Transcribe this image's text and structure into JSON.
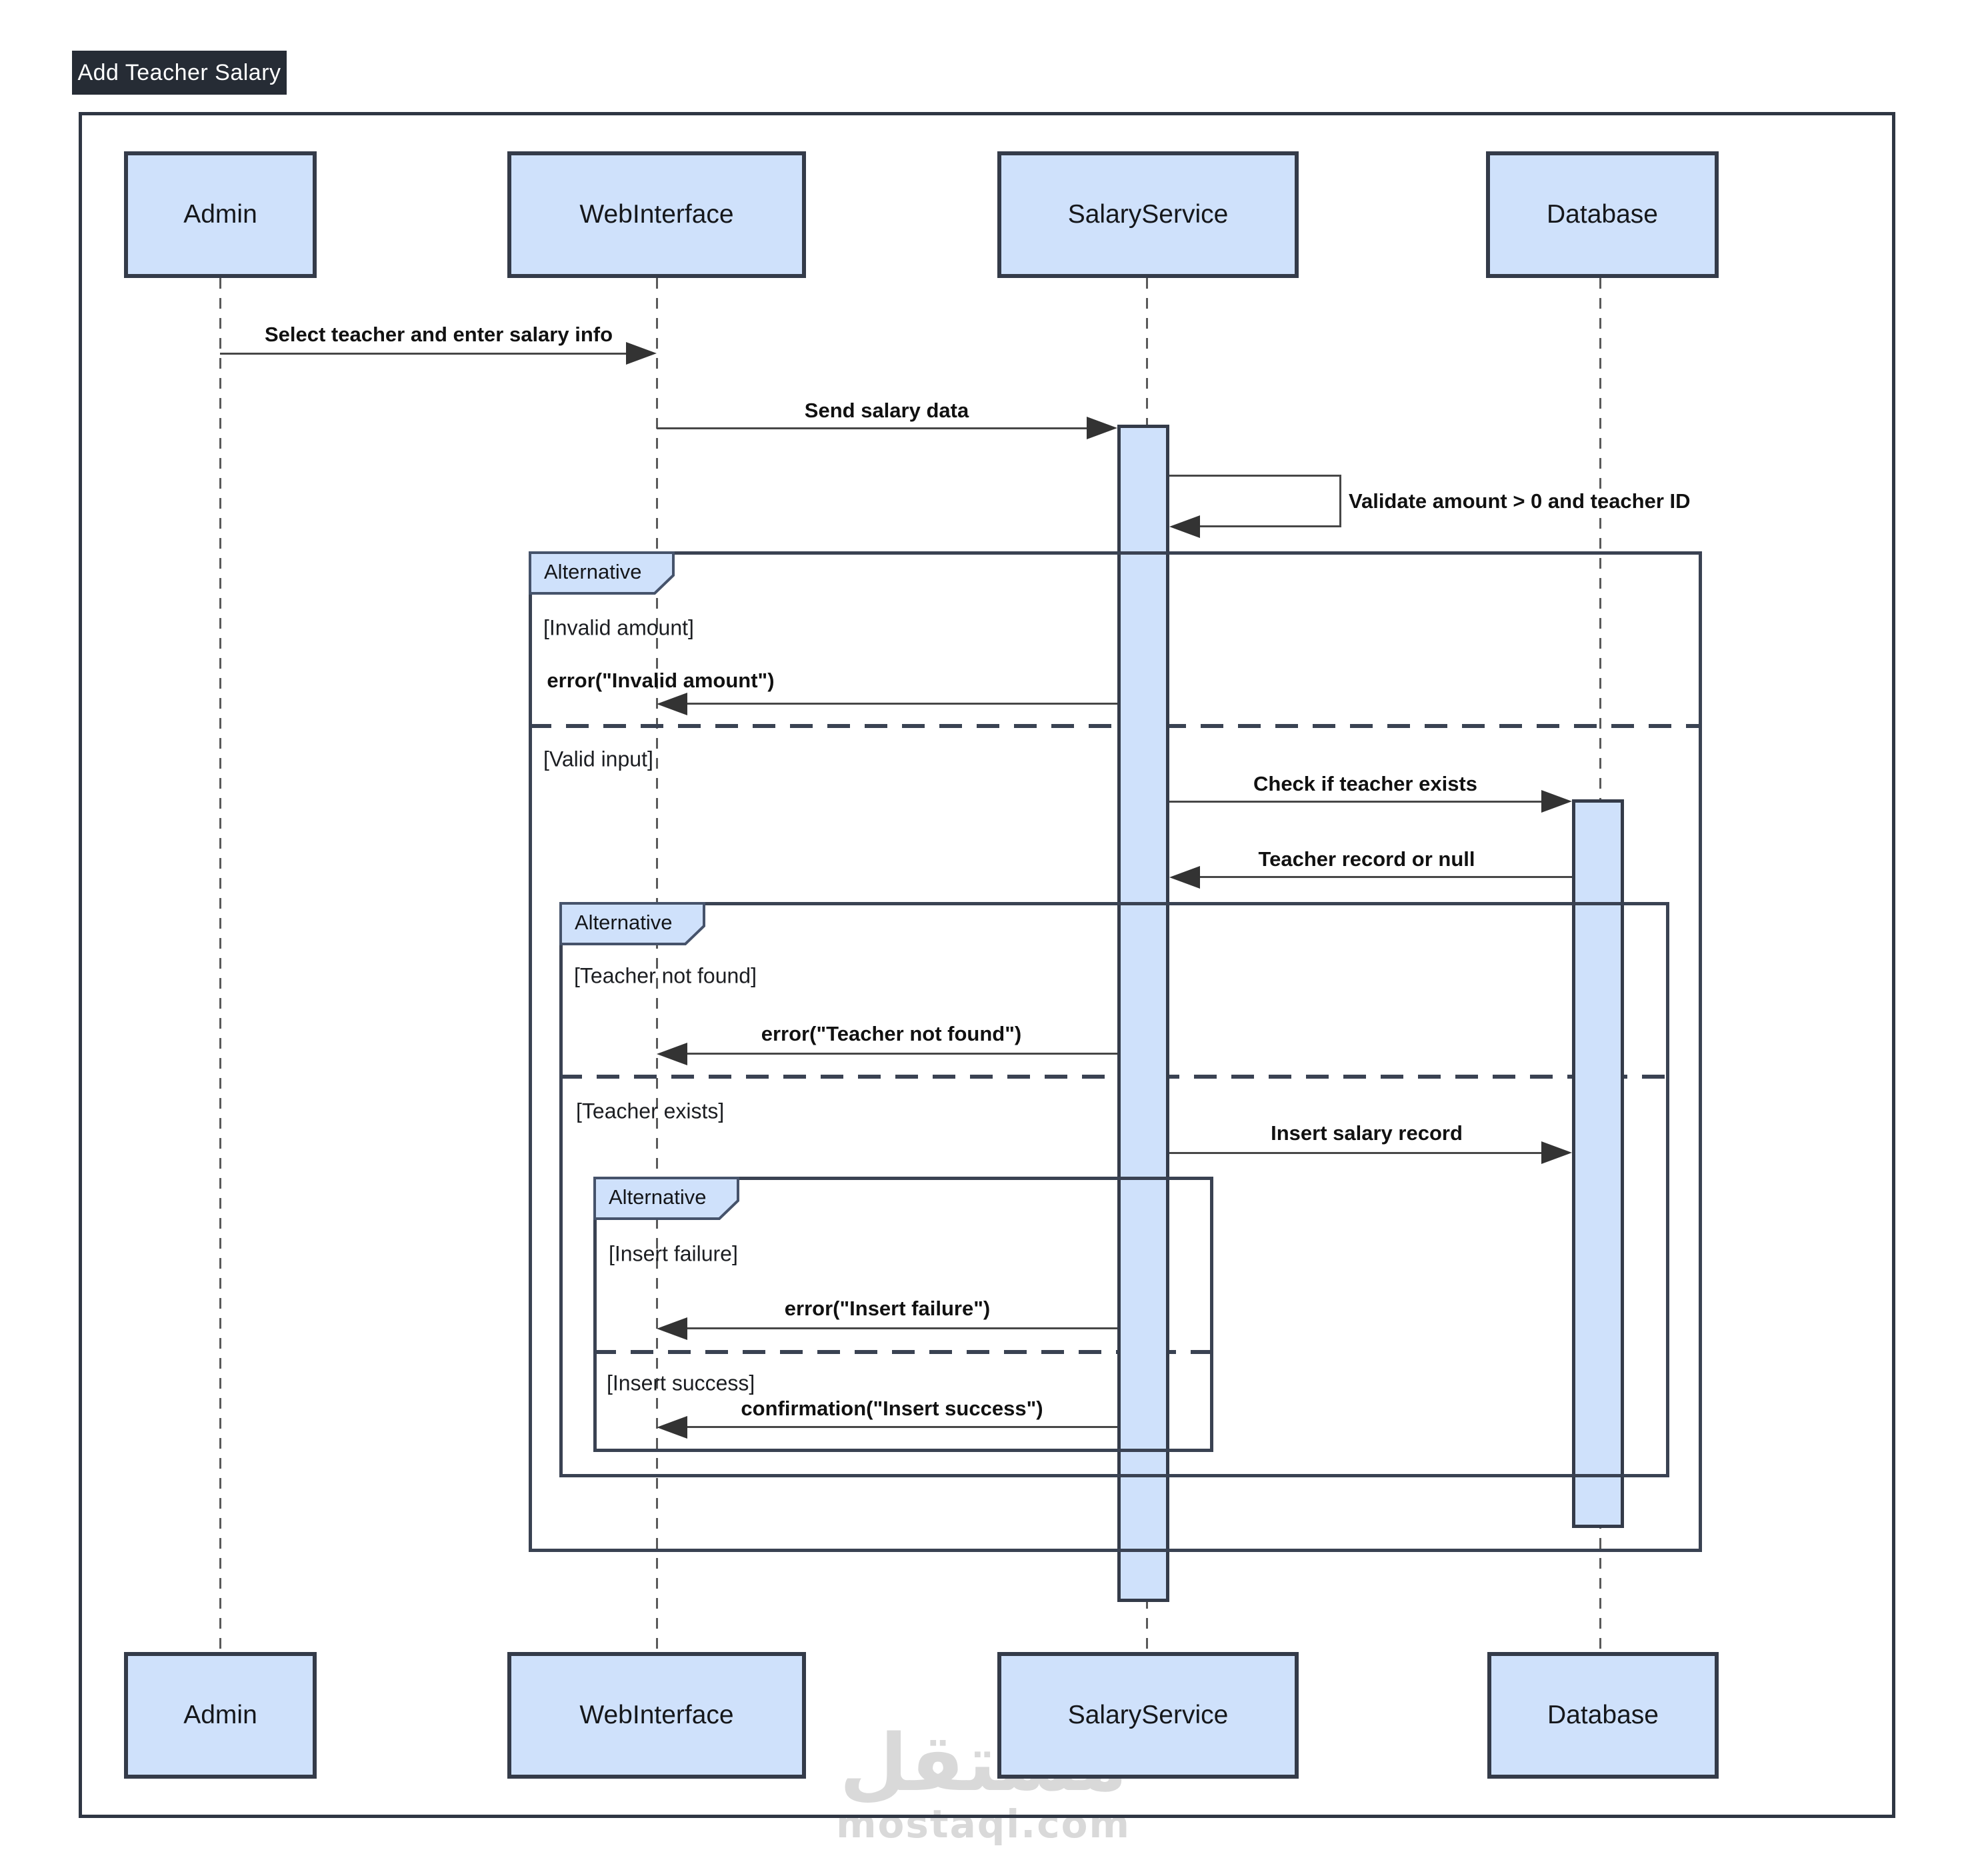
{
  "title": "Add Teacher Salary",
  "participants": {
    "admin": "Admin",
    "web": "WebInterface",
    "salary": "SalaryService",
    "db": "Database"
  },
  "frames": {
    "outer_label": "Alternative",
    "nested_label": "Alternative",
    "inner_label": "Alternative"
  },
  "guards": {
    "invalid_amount": "[Invalid amount]",
    "valid_input": "[Valid input]",
    "teacher_not_found": "[Teacher not found]",
    "teacher_exists": "[Teacher exists]",
    "insert_failure": "[Insert failure]",
    "insert_success": "[Insert success]"
  },
  "messages": {
    "select_teacher": "Select teacher and enter salary info",
    "send_salary": "Send salary data",
    "validate": "Validate amount > 0 and teacher ID",
    "error_invalid": "error(\"Invalid amount\")",
    "check_teacher": "Check if teacher exists",
    "teacher_record": "Teacher record or null",
    "error_not_found": "error(\"Teacher not found\")",
    "insert_record": "Insert salary record",
    "error_insert": "error(\"Insert failure\")",
    "confirm_insert": "confirmation(\"Insert success\")"
  },
  "watermark": {
    "arabic": "مستقل",
    "latin": "mostaql.com"
  },
  "colors": {
    "participant_fill": "#cfe1fb",
    "participant_border": "#343b49",
    "frame_border": "#3a4252",
    "arrow_line": "#474747",
    "title_bg": "#262c35",
    "title_text": "#ffffff",
    "watermark": "#d9d9d9"
  }
}
